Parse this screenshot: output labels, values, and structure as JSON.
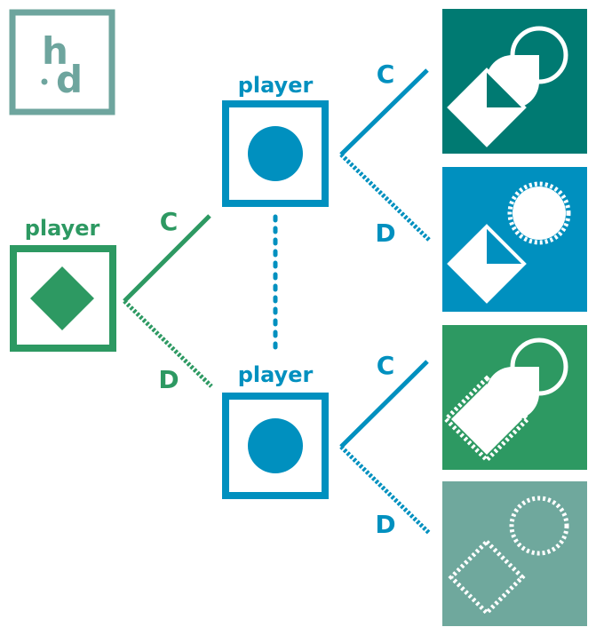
{
  "colors": {
    "green": "#2d9962",
    "blue": "#0090bf",
    "teal": "#007a72",
    "sage": "#6fa89d",
    "logo": "#6ea59e",
    "white": "#ffffff"
  },
  "logo": {
    "text_top": "h",
    "text_bottom": "d",
    "name": "hd-logo"
  },
  "player1": {
    "label": "player",
    "icon": "diamond-icon"
  },
  "player2_top": {
    "label": "player",
    "icon": "circle-icon"
  },
  "player2_bottom": {
    "label": "player",
    "icon": "circle-icon"
  },
  "branches": {
    "p1_c": "C",
    "p1_d": "D",
    "p2top_c": "C",
    "p2top_d": "D",
    "p2bot_c": "C",
    "p2bot_d": "D"
  },
  "outcomes": [
    {
      "name": "outcome-cc",
      "bg": "teal",
      "diamond": "solid-partial",
      "circle": "solid-quarter"
    },
    {
      "name": "outcome-cd",
      "bg": "blue",
      "diamond": "solid-partial",
      "circle": "dotted"
    },
    {
      "name": "outcome-dc",
      "bg": "green",
      "diamond": "dotted",
      "circle": "solid-quarter"
    },
    {
      "name": "outcome-dd",
      "bg": "sage",
      "diamond": "dotted",
      "circle": "dotted"
    }
  ]
}
